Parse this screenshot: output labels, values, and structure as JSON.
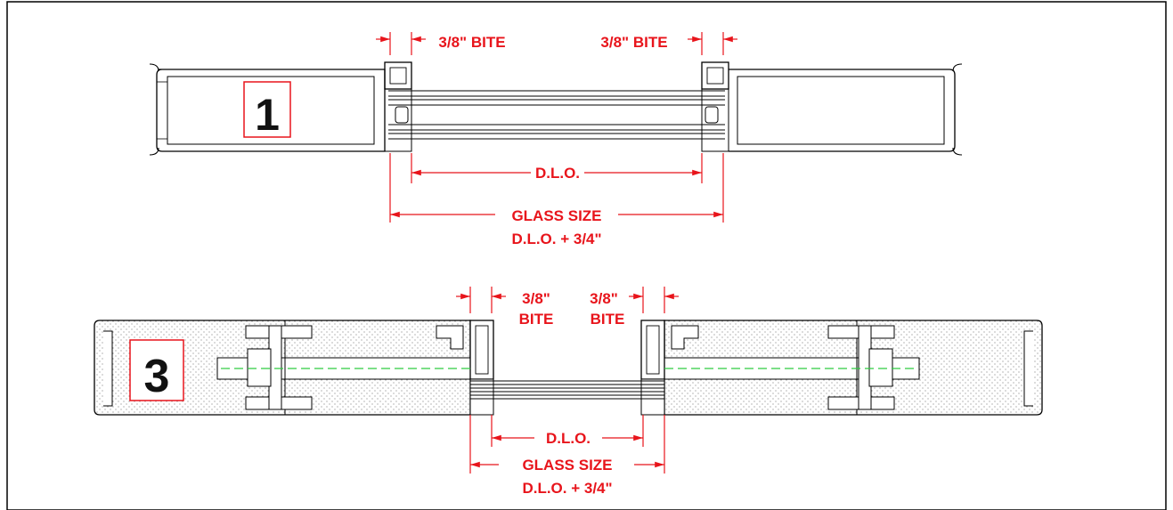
{
  "colors": {
    "dimension": "#e8141b",
    "outline": "#000000",
    "glass_center": "#2ecc40",
    "badge_border": "#e8141b"
  },
  "detail1": {
    "number": "1",
    "bite_left": "3/8\" BITE",
    "bite_right": "3/8\" BITE",
    "dlo": "D.L.O.",
    "glass_size": "GLASS SIZE",
    "glass_formula": "D.L.O. + 3/4\""
  },
  "detail3": {
    "number": "3",
    "bite_left_1": "3/8\"",
    "bite_left_2": "BITE",
    "bite_right_1": "3/8\"",
    "bite_right_2": "BITE",
    "dlo": "D.L.O.",
    "glass_size": "GLASS SIZE",
    "glass_formula": "D.L.O. + 3/4\""
  }
}
